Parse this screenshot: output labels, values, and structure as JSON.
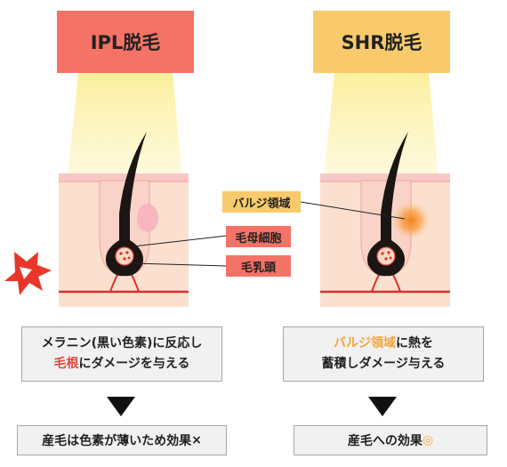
{
  "ipl": {
    "title": "IPL脱毛",
    "labels": {
      "hair_matrix": "毛母細胞",
      "papilla": "毛乳頭"
    },
    "desc_line1": "メラニン(黒い色素)に反応し",
    "desc_line2_highlight": "毛根",
    "desc_line2_rest": "にダメージを与える",
    "result_text": "産毛は色素が薄いため効果",
    "result_mark": "×"
  },
  "shr": {
    "title": "SHR脱毛",
    "labels": {
      "bulge": "バルジ領域"
    },
    "desc_line1_highlight": "バルジ領域",
    "desc_line1_rest": "に熱を",
    "desc_line2": "蓄積しダメージ与える",
    "result_text": "産毛への効果",
    "result_mark": "◎"
  },
  "colors": {
    "ipl_accent": "#f47266",
    "shr_accent": "#f8ca6b",
    "light_beam": "#fdf3b4",
    "skin_top": "#f8c8c5",
    "skin_body": "#fbe0d0",
    "blood_vessel": "#d6322b",
    "hair": "#1b1613",
    "heat_glow": "#f5831f",
    "pain_burst": "#e8362b"
  }
}
